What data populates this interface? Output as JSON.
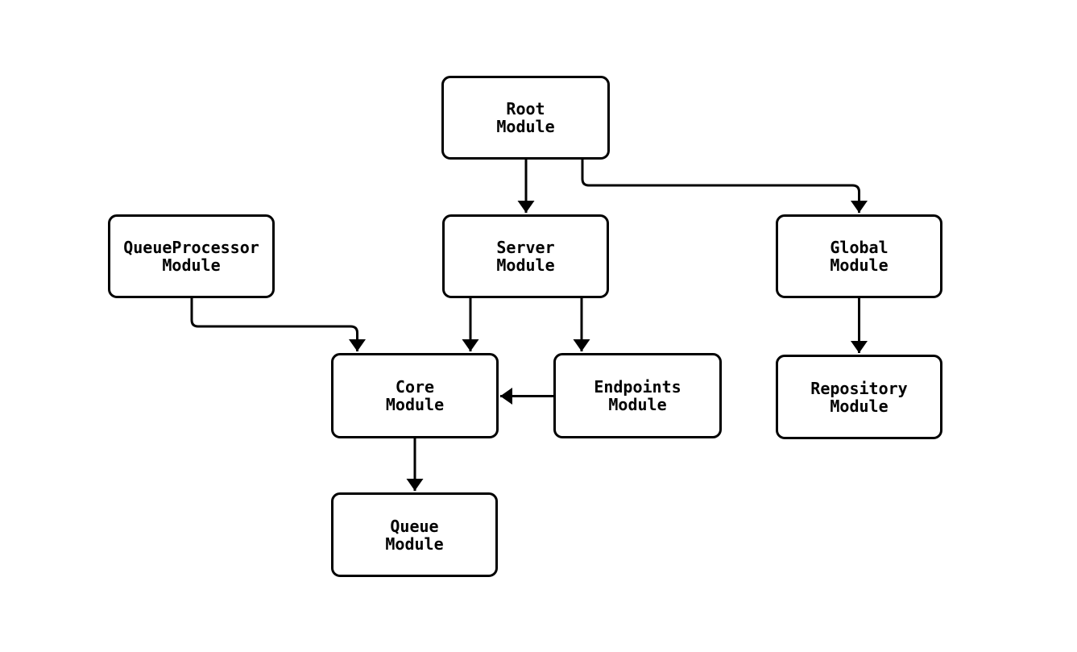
{
  "diagram": {
    "type": "module-dependency-flowchart",
    "background_color": "#ffffff",
    "node_fill_color": "#ffffff",
    "node_border_color": "#000000",
    "edge_color": "#000000",
    "nodes": [
      {
        "id": "root",
        "label_line1": "Root",
        "label_line2": "Module"
      },
      {
        "id": "queueprocessor",
        "label_line1": "QueueProcessor",
        "label_line2": "Module"
      },
      {
        "id": "server",
        "label_line1": "Server",
        "label_line2": "Module"
      },
      {
        "id": "global",
        "label_line1": "Global",
        "label_line2": "Module"
      },
      {
        "id": "core",
        "label_line1": "Core",
        "label_line2": "Module"
      },
      {
        "id": "endpoints",
        "label_line1": "Endpoints",
        "label_line2": "Module"
      },
      {
        "id": "repository",
        "label_line1": "Repository",
        "label_line2": "Module"
      },
      {
        "id": "queue",
        "label_line1": "Queue",
        "label_line2": "Module"
      }
    ],
    "edges": [
      {
        "from": "Root Module",
        "to": "Server Module"
      },
      {
        "from": "Root Module",
        "to": "Global Module"
      },
      {
        "from": "QueueProcessor Module",
        "to": "Core Module"
      },
      {
        "from": "Server Module",
        "to": "Core Module"
      },
      {
        "from": "Server Module",
        "to": "Endpoints Module"
      },
      {
        "from": "Endpoints Module",
        "to": "Core Module"
      },
      {
        "from": "Core Module",
        "to": "Queue Module"
      },
      {
        "from": "Global Module",
        "to": "Repository Module"
      }
    ]
  }
}
